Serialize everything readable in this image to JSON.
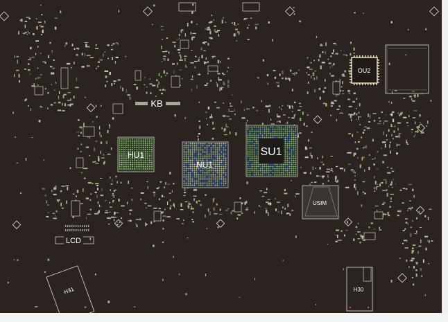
{
  "components": {
    "kb": "KB",
    "ou2": "OU2",
    "hu1": "HU1",
    "nu1": "NU1",
    "su1": "SU1",
    "usim": "USIM",
    "lcd": "LCD",
    "h31": "H31",
    "h30": "H30"
  },
  "colors": {
    "board": "#2a2320",
    "silkscreen": "#cfc9c0",
    "pad": "#a9a79a",
    "ball_green": "#8fbf6a",
    "ball_blue": "#3a5fd8",
    "label": "#ffffff"
  }
}
